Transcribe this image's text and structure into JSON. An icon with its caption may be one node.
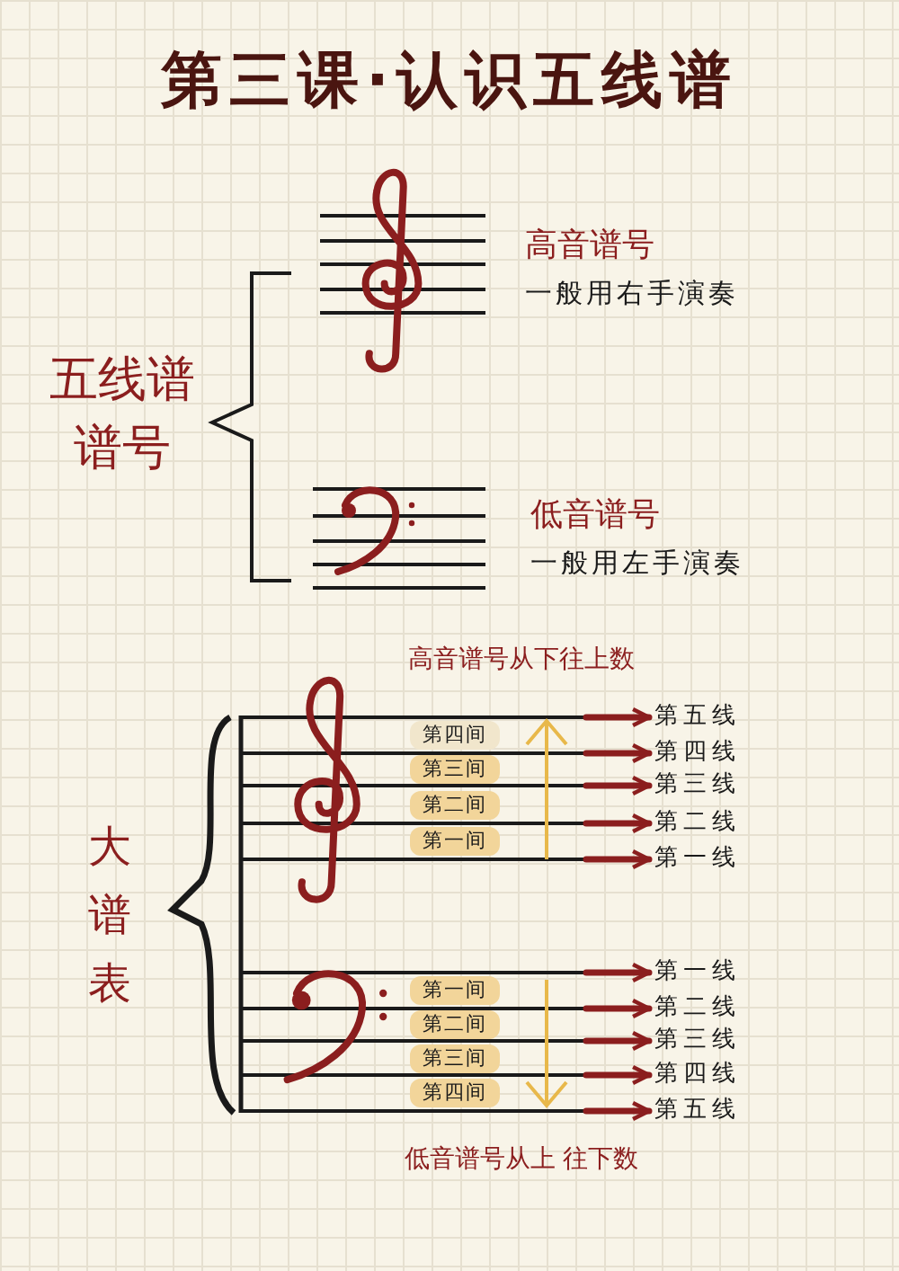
{
  "diagram": {
    "title": "第三课·认识五线谱",
    "nodes": [
      {
        "text": [
          "第五线"
        ]
      },
      {
        "text": [
          "第四线"
        ]
      },
      {
        "text": [
          "第三线"
        ]
      },
      {
        "text": [
          "第二线"
        ]
      },
      {
        "text": [
          "第一线"
        ]
      },
      {
        "text": [
          "第四间"
        ]
      },
      {
        "text": [
          "第三间"
        ]
      },
      {
        "text": [
          "第二间"
        ]
      },
      {
        "text": [
          "第一间"
        ]
      },
      {
        "text": [
          "第一线"
        ]
      },
      {
        "text": [
          "第二线"
        ]
      },
      {
        "text": [
          "第三线"
        ]
      },
      {
        "text": [
          "第四线"
        ]
      },
      {
        "text": [
          "第五线"
        ]
      },
      {
        "text": [
          "第一间"
        ]
      },
      {
        "text": [
          "第二间"
        ]
      },
      {
        "text": [
          "第三间"
        ]
      },
      {
        "text": [
          "第四间"
        ]
      }
    ],
    "edges": [
      {
        "from": null,
        "to": 0,
        "arrow": "to",
        "color": "#8b1e1e"
      },
      {
        "from": null,
        "to": 1,
        "arrow": "to",
        "color": "#8b1e1e"
      },
      {
        "from": null,
        "to": 2,
        "arrow": "to",
        "color": "#8b1e1e"
      },
      {
        "from": null,
        "to": 3,
        "arrow": "to",
        "color": "#8b1e1e"
      },
      {
        "from": null,
        "to": 4,
        "arrow": "to",
        "color": "#8b1e1e"
      },
      {
        "from": null,
        "to": 9,
        "arrow": "to",
        "color": "#8b1e1e"
      },
      {
        "from": null,
        "to": 10,
        "arrow": "to",
        "color": "#8b1e1e"
      },
      {
        "from": null,
        "to": 11,
        "arrow": "to",
        "color": "#8b1e1e"
      },
      {
        "from": null,
        "to": 12,
        "arrow": "to",
        "color": "#8b1e1e"
      },
      {
        "from": null,
        "to": 13,
        "arrow": "to",
        "color": "#8b1e1e"
      }
    ],
    "labels": [
      "五线谱谱号",
      "高音谱号",
      "一般用右手演奏",
      "低音谱号",
      "一般用左手演奏",
      "高音谱号从下往上数",
      "大谱表",
      "低音谱号从上 往下数"
    ]
  }
}
